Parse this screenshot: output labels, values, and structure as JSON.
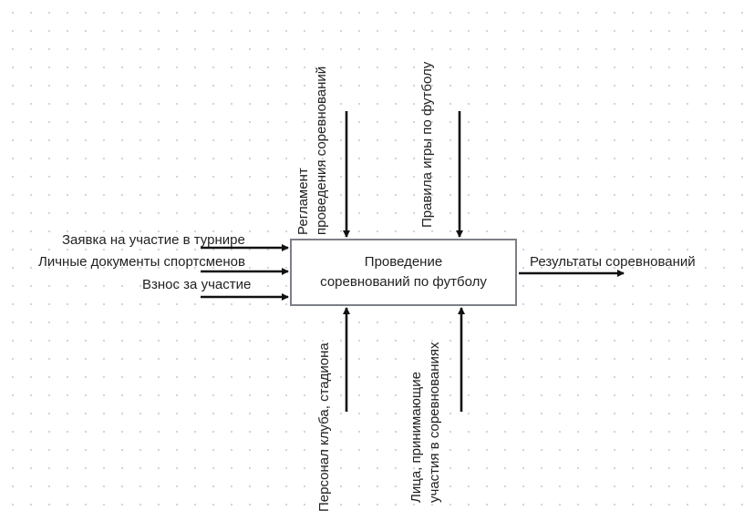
{
  "process": {
    "line1": "Проведение",
    "line2": "соревнований по футболу"
  },
  "inputs": [
    "Заявка на участие в турнире",
    "Личные документы спортсменов",
    "Взнос за участие"
  ],
  "controls": [
    {
      "line1": "Регламент",
      "line2": "проведения соревнований"
    },
    {
      "line1": "Правила игры по футболу"
    }
  ],
  "output": "Результаты соревнований",
  "mechanisms": [
    {
      "line1": "Персонал клуба, стадиона"
    },
    {
      "line1": "Лица, принимающие",
      "line2": "участия в соревнованиях"
    }
  ]
}
